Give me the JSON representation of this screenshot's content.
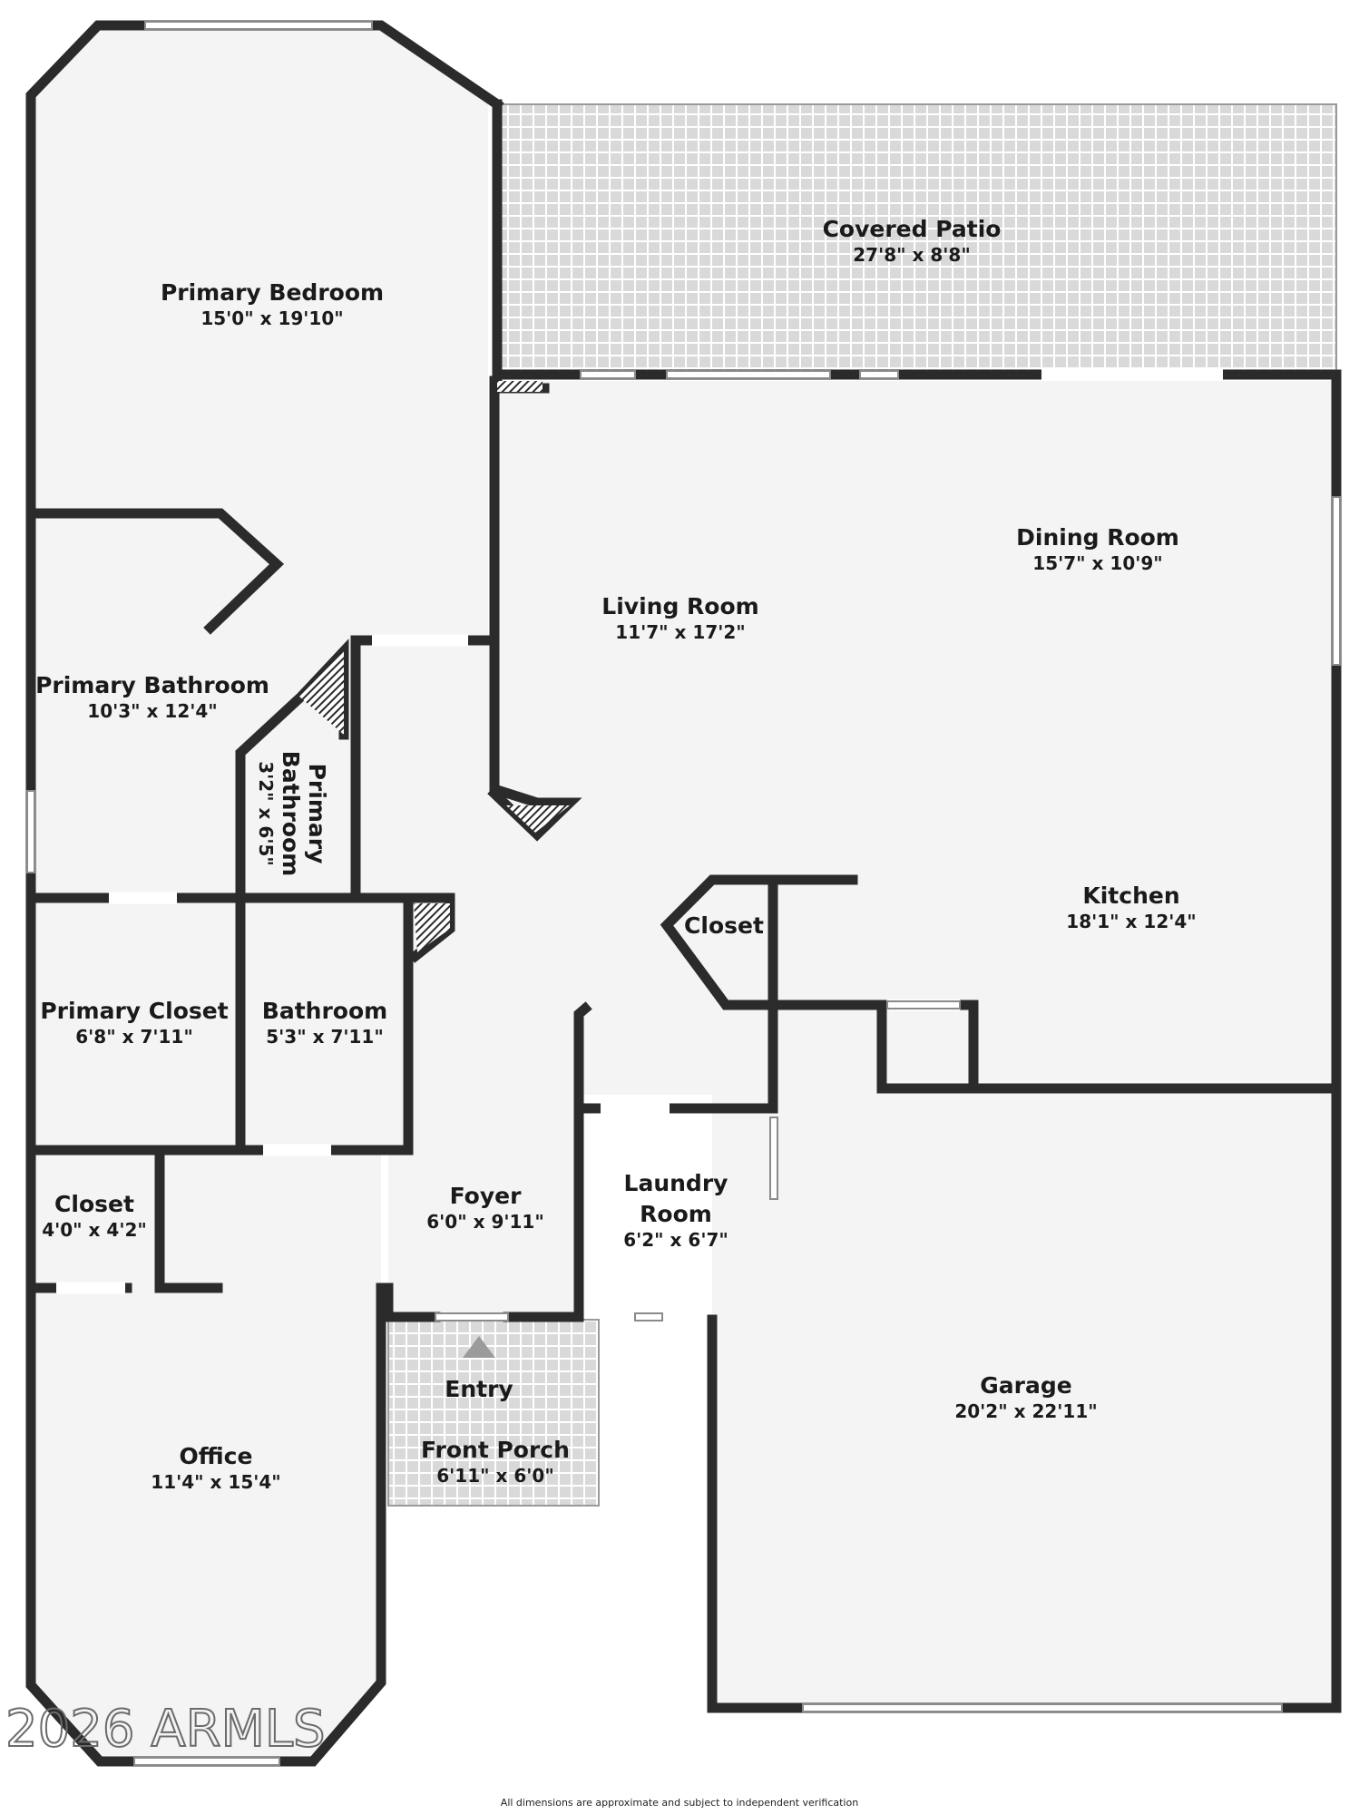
{
  "rooms": {
    "primary_bedroom": {
      "name": "Primary Bedroom",
      "dims": "15'0\" x 19'10\""
    },
    "covered_patio": {
      "name": "Covered Patio",
      "dims": "27'8\" x 8'8\""
    },
    "dining_room": {
      "name": "Dining Room",
      "dims": "15'7\" x 10'9\""
    },
    "living_room": {
      "name": "Living Room",
      "dims": "11'7\" x 17'2\""
    },
    "primary_bathroom": {
      "name": "Primary Bathroom",
      "dims": "10'3\" x 12'4\""
    },
    "primary_bathroom_small": {
      "name_line1": "Primary",
      "name_line2": "Bathroom",
      "dims": "3'2\" x 6'5\""
    },
    "kitchen": {
      "name": "Kitchen",
      "dims": "18'1\" x 12'4\""
    },
    "closet_hall": {
      "name": "Closet"
    },
    "primary_closet": {
      "name": "Primary Closet",
      "dims": "6'8\" x 7'11\""
    },
    "bathroom": {
      "name": "Bathroom",
      "dims": "5'3\" x 7'11\""
    },
    "closet_small": {
      "name": "Closet",
      "dims": "4'0\" x 4'2\""
    },
    "foyer": {
      "name": "Foyer",
      "dims": "6'0\" x 9'11\""
    },
    "laundry_room": {
      "name_line1": "Laundry",
      "name_line2": "Room",
      "dims": "6'2\" x 6'7\""
    },
    "entry": {
      "name": "Entry"
    },
    "front_porch": {
      "name": "Front Porch",
      "dims": "6'11\" x 6'0\""
    },
    "garage": {
      "name": "Garage",
      "dims": "20'2\" x 22'11\""
    },
    "office": {
      "name": "Office",
      "dims": "11'4\" x 15'4\""
    }
  },
  "watermark": "2026 ARMLS",
  "footer_note": "All dimensions are approximate and subject to independent verification",
  "colors": {
    "wall": "#2b2b2b",
    "floor": "#f4f4f4",
    "outdoor": "#dcdcdc",
    "background": "#ffffff"
  }
}
